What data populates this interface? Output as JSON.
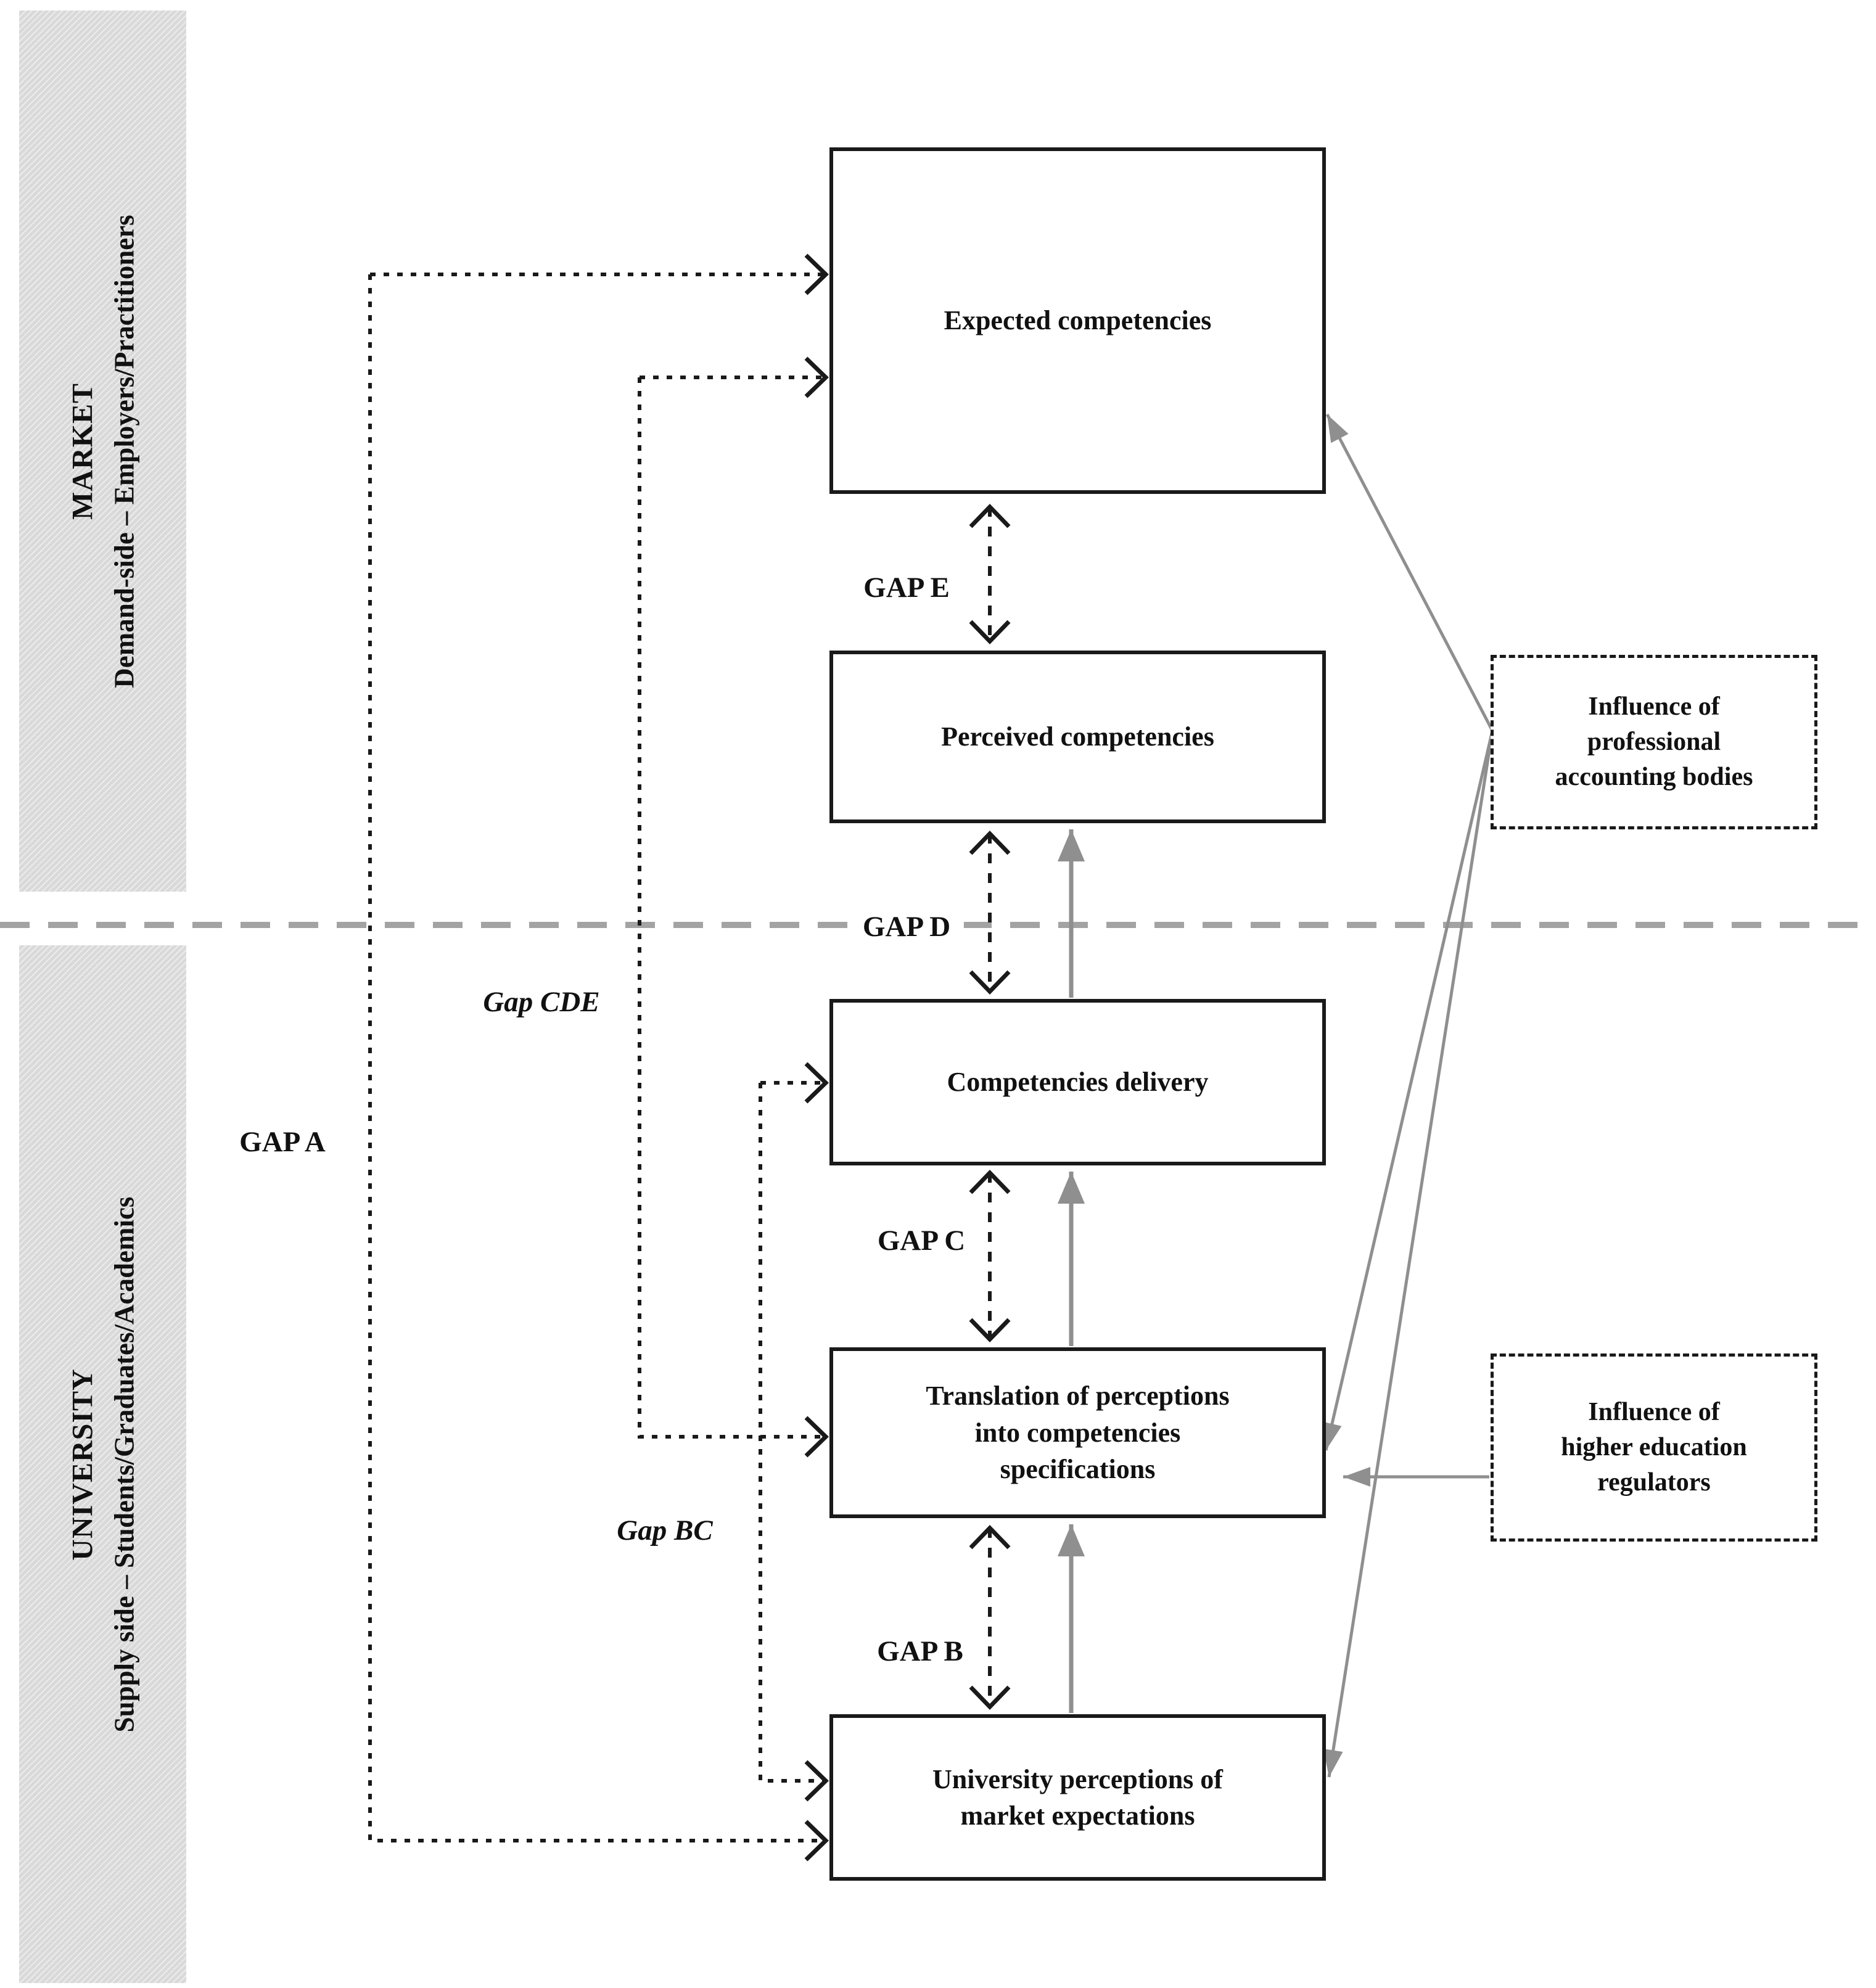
{
  "diagram": {
    "sidebar": {
      "market": {
        "title": "MARKET",
        "subtitle": "Demand-side – Employers/Practitioners"
      },
      "university": {
        "title": "UNIVERSITY",
        "subtitle": "Supply side – Students/Graduates/Academics"
      }
    },
    "boxes": {
      "expected": {
        "label": "Expected competencies"
      },
      "perceived": {
        "label": "Perceived competencies"
      },
      "delivery": {
        "label": "Competencies delivery"
      },
      "translation": {
        "label": "Translation of perceptions\ninto competencies\nspecifications"
      },
      "university_perceptions": {
        "label": "University perceptions of\nmarket expectations"
      }
    },
    "influences": {
      "professional_bodies": {
        "label": "Influence of\nprofessional\naccounting bodies"
      },
      "higher_ed_regulators": {
        "label": "Influence of\nhigher education\nregulators"
      }
    },
    "gaps": {
      "gap_e": "GAP E",
      "gap_d": "GAP D",
      "gap_c": "GAP C",
      "gap_b": "GAP B",
      "gap_a": "GAP A",
      "gap_cde": "Gap CDE",
      "gap_bc": "Gap BC"
    },
    "colors": {
      "box_border": "#1a1a1a",
      "text": "#111111",
      "arrow_gray": "#8f8f8f",
      "divider_gray": "#a3a3a3",
      "sidebar_bg": "#dcdcdc"
    }
  }
}
